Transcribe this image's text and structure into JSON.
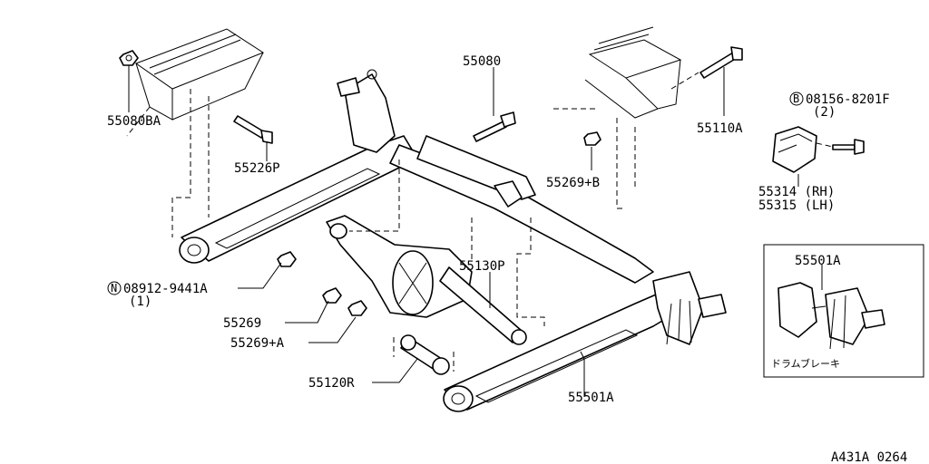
{
  "labels": {
    "p55080BA": "55080BA",
    "p55226P": "55226P",
    "p55080": "55080",
    "p55269B": "55269+B",
    "p55110A": "55110A",
    "p08156": "08156-8201F",
    "p08156_qty": "(2)",
    "p08156_circle": "B",
    "p55314": "55314 (RH)",
    "p55315": "55315 (LH)",
    "p08912": "08912-9441A",
    "p08912_qty": "(1)",
    "p08912_circle": "N",
    "p55130P": "55130P",
    "p55269": "55269",
    "p55269A": "55269+A",
    "p55120R": "55120R",
    "p55501A_main": "55501A",
    "p55501A_inset": "55501A",
    "inset_caption": "ドラムブレーキ",
    "diagram_id": "A431A 0264"
  }
}
